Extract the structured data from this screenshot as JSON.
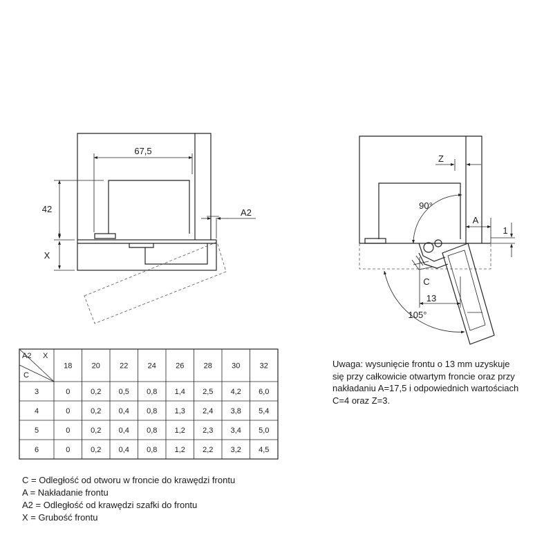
{
  "diagram_left": {
    "dim_width": "67,5",
    "dim_height": "42",
    "label_x": "X",
    "label_a2": "A2"
  },
  "diagram_right": {
    "label_z": "Z",
    "angle_90": "90°",
    "label_a": "A",
    "dim_1": "1",
    "label_c": "C",
    "dim_13": "13",
    "angle_105": "105°"
  },
  "table": {
    "corner": {
      "a2": "A2",
      "x": "X",
      "c": "C"
    },
    "columns": [
      "18",
      "20",
      "22",
      "24",
      "26",
      "28",
      "30",
      "32"
    ],
    "rows": [
      {
        "c": "3",
        "values": [
          "0",
          "0,2",
          "0,5",
          "0,8",
          "1,4",
          "2,5",
          "4,2",
          "6,0"
        ]
      },
      {
        "c": "4",
        "values": [
          "0",
          "0,2",
          "0,4",
          "0,8",
          "1,3",
          "2,4",
          "3,8",
          "5,4"
        ]
      },
      {
        "c": "5",
        "values": [
          "0",
          "0,2",
          "0,4",
          "0,8",
          "1,2",
          "2,3",
          "3,4",
          "5,0"
        ]
      },
      {
        "c": "6",
        "values": [
          "0",
          "0,2",
          "0,4",
          "0,8",
          "1,2",
          "2,2",
          "3,2",
          "4,5"
        ]
      }
    ]
  },
  "note": {
    "lines": [
      "Uwaga: wysunięcie frontu o 13 mm uzyskuje",
      "się przy całkowicie otwartym froncie oraz przy",
      "nakładaniu A=17,5 i odpowiednich wartościach",
      "C=4 oraz Z=3."
    ]
  },
  "legend": {
    "lines": [
      "C = Odległość od otworu w froncie do krawędzi frontu",
      "A = Nakładanie frontu",
      "A2 = Odległość od krawędzi szafki do frontu",
      "X = Grubość frontu"
    ]
  }
}
